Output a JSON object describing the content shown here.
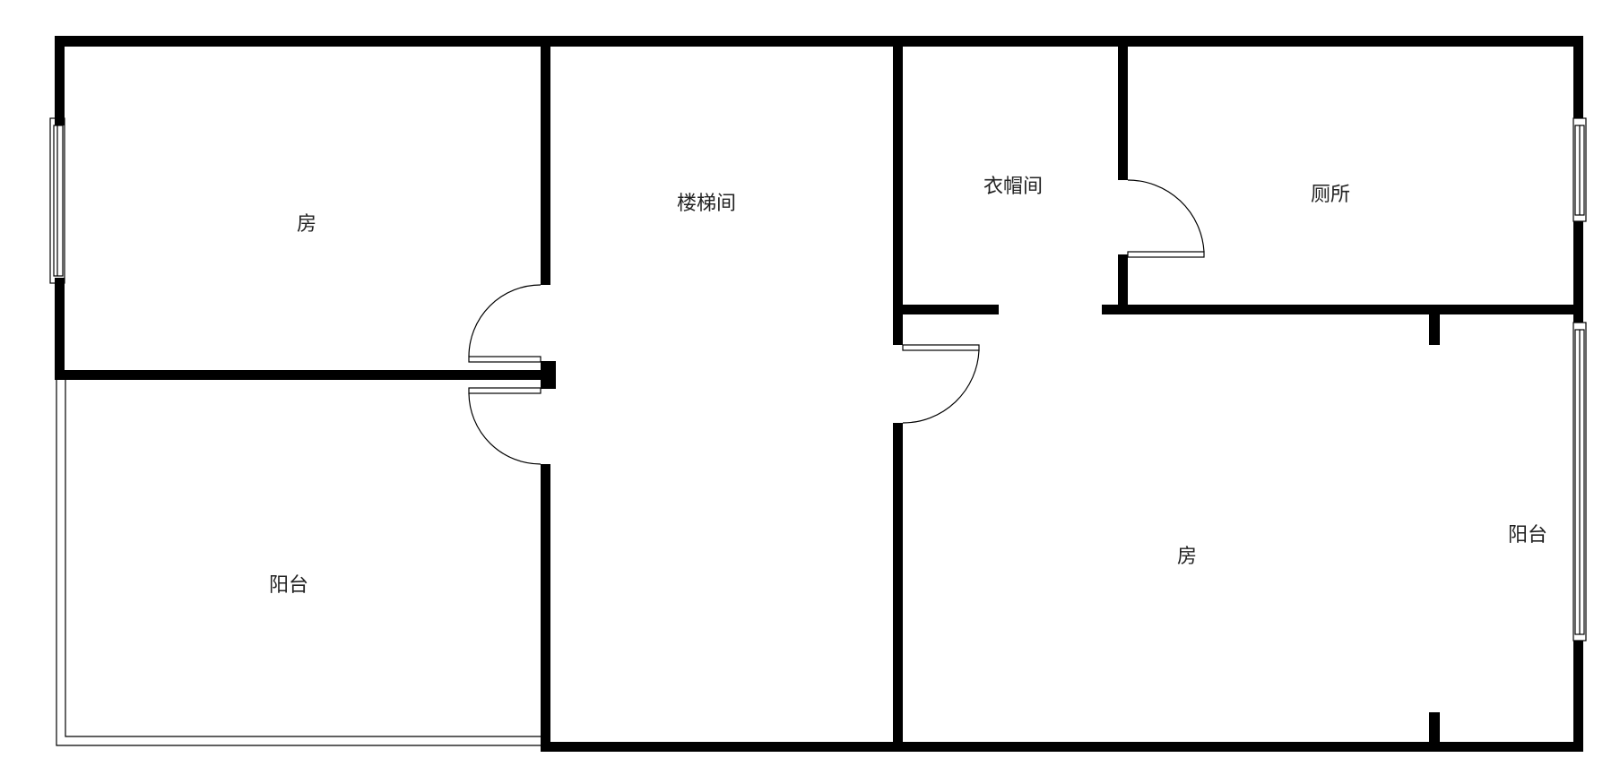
{
  "colors": {
    "wall": "#000000",
    "line": "#000000",
    "background": "#ffffff",
    "label": "#222222"
  },
  "rooms": {
    "bedroom_left": {
      "label": "房"
    },
    "stairwell": {
      "label": "楼梯间"
    },
    "cloakroom": {
      "label": "衣帽间"
    },
    "toilet": {
      "label": "厕所"
    },
    "balcony_left": {
      "label": "阳台"
    },
    "bedroom_right": {
      "label": "房"
    },
    "balcony_right": {
      "label": "阳台"
    }
  }
}
